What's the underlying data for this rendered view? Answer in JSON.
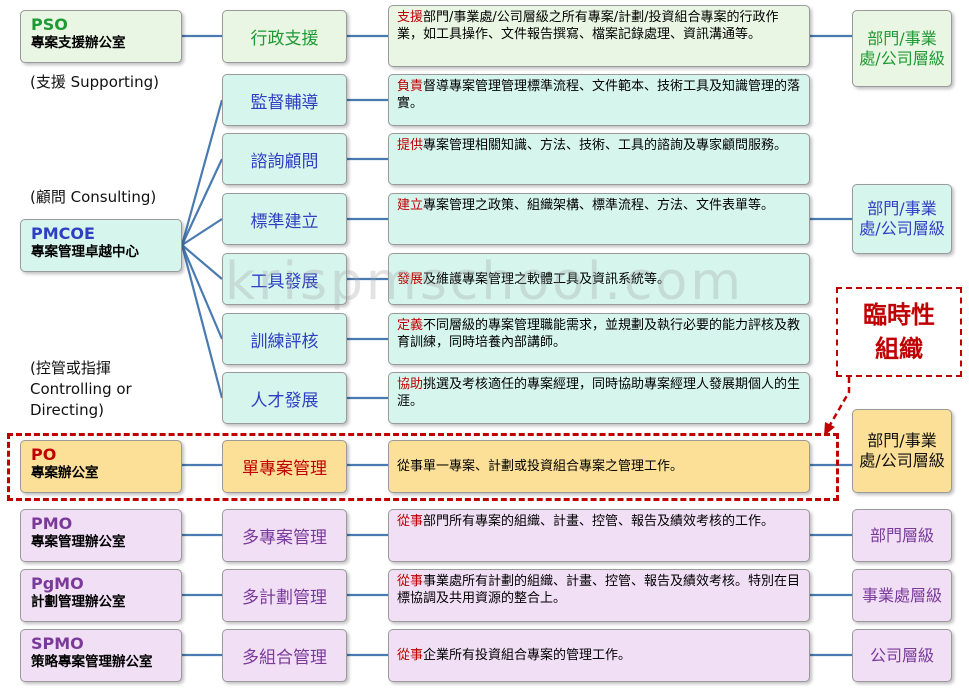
{
  "watermark": "krispmschool.com",
  "temporary_org_note": "臨時性\n組織",
  "modes": {
    "supporting": "(支援 Supporting)",
    "consulting": "(顧問 Consulting)",
    "controlling_line1": "(控管或指揮",
    "controlling_line2": "Controlling or",
    "controlling_line3": "Directing)"
  },
  "orgs": [
    {
      "abbr": "PSO",
      "full": "專案支援辦公室"
    },
    {
      "abbr": "PMCOE",
      "full": "專案管理卓越中心"
    },
    {
      "abbr": "PO",
      "full": "專案辦公室"
    },
    {
      "abbr": "PMO",
      "full": "專案管理辦公室"
    },
    {
      "abbr": "PgMO",
      "full": "計劃管理辦公室"
    },
    {
      "abbr": "SPMO",
      "full": "策略專案管理辦公室"
    }
  ],
  "functions": [
    {
      "label": "行政支援",
      "verb": "支援",
      "text": "部門/事業處/公司層級之所有專案/計劃/投資組合專案的行政作業，如工具操作、文件報告撰寫、檔案記錄處理、資訊溝通等。"
    },
    {
      "label": "監督輔導",
      "verb": "負責",
      "text": "督導專案管理管理標準流程、文件範本、技術工具及知識管理的落實。"
    },
    {
      "label": "諮詢顧問",
      "verb": "提供",
      "text": "專案管理相關知識、方法、技術、工具的諮詢及專家顧問服務。"
    },
    {
      "label": "標準建立",
      "verb": "建立",
      "text": "專案管理之政策、組織架構、標準流程、方法、文件表單等。"
    },
    {
      "label": "工具發展",
      "verb": "發展",
      "text": "及維護專案管理之軟體工具及資訊系統等。"
    },
    {
      "label": "訓練評核",
      "verb": "定義",
      "text": "不同層級的專案管理職能需求，並規劃及執行必要的能力評核及教育訓練，同時培養內部講師。"
    },
    {
      "label": "人才發展",
      "verb": "協助",
      "text": "挑選及考核適任的專案經理，同時協助專案經理人發展期個人的生涯。"
    },
    {
      "label": "單專案管理",
      "verb": "",
      "text": "從事單一專案、計劃或投資組合專案之管理工作。"
    },
    {
      "label": "多專案管理",
      "verb": "從事",
      "text": "部門所有專案的組織、計畫、控管、報告及績效考核的工作。"
    },
    {
      "label": "多計劃管理",
      "verb": "從事",
      "text": "事業處所有計劃的組織、計畫、控管、報告及績效考核。特別在目標協調及共用資源的整合上。"
    },
    {
      "label": "多組合管理",
      "verb": "從事",
      "text": "企業所有投資組合專案的管理工作。"
    }
  ],
  "levels": [
    {
      "text": "部門/事業處/公司層級"
    },
    {
      "text": "部門/事業處/公司層級"
    },
    {
      "text": "部門/事業處/公司層級"
    },
    {
      "text": "部門層級"
    },
    {
      "text": "事業處層級"
    },
    {
      "text": "公司層級"
    }
  ],
  "colors": {
    "connector": "#4a7bb0",
    "highlight": "#c00000"
  }
}
